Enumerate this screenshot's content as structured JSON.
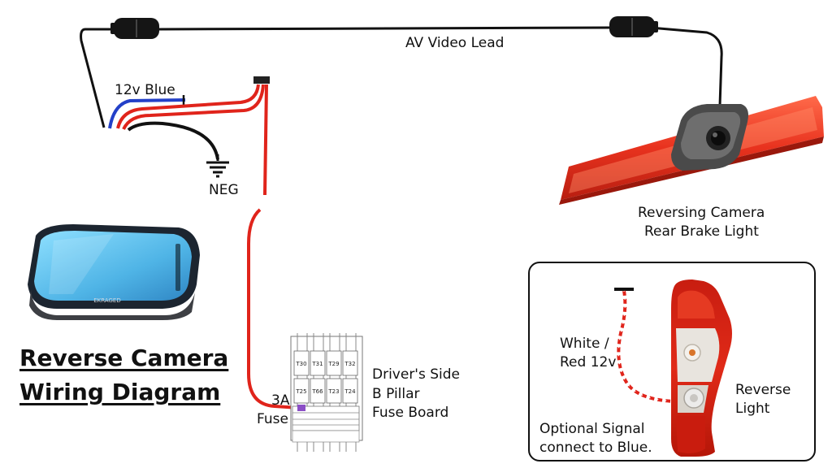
{
  "title": {
    "line1": "Reverse Camera",
    "line2": "Wiring Diagram"
  },
  "labels": {
    "av_video_lead": "AV Video Lead",
    "blue_12v": "12v Blue",
    "neg": "NEG",
    "camera_line1": "Reversing Camera",
    "camera_line2": "Rear Brake Light",
    "fuse_amp": "3A",
    "fuse": "Fuse",
    "fuse_board_line1": "Driver's Side",
    "fuse_board_line2": "B Pillar",
    "fuse_board_line3": "Fuse Board",
    "white_red_line1": "White /",
    "white_red_line2": "Red 12v",
    "reverse_line1": "Reverse",
    "reverse_line2": "Light",
    "optional_line1": "Optional Signal",
    "optional_line2": "connect to Blue."
  },
  "monitor_brand": "EKRAGED",
  "fuse_board": {
    "top_row": [
      "T30",
      "T31",
      "T29",
      "T32"
    ],
    "mid_row": [
      "T25",
      "T66",
      "T23",
      "T24"
    ]
  },
  "colors": {
    "wire_black": "#111111",
    "wire_red": "#e0241b",
    "wire_blue": "#2340c8",
    "lamp_red": "#e8321e",
    "mirror_screen": "#5fc4ee"
  }
}
